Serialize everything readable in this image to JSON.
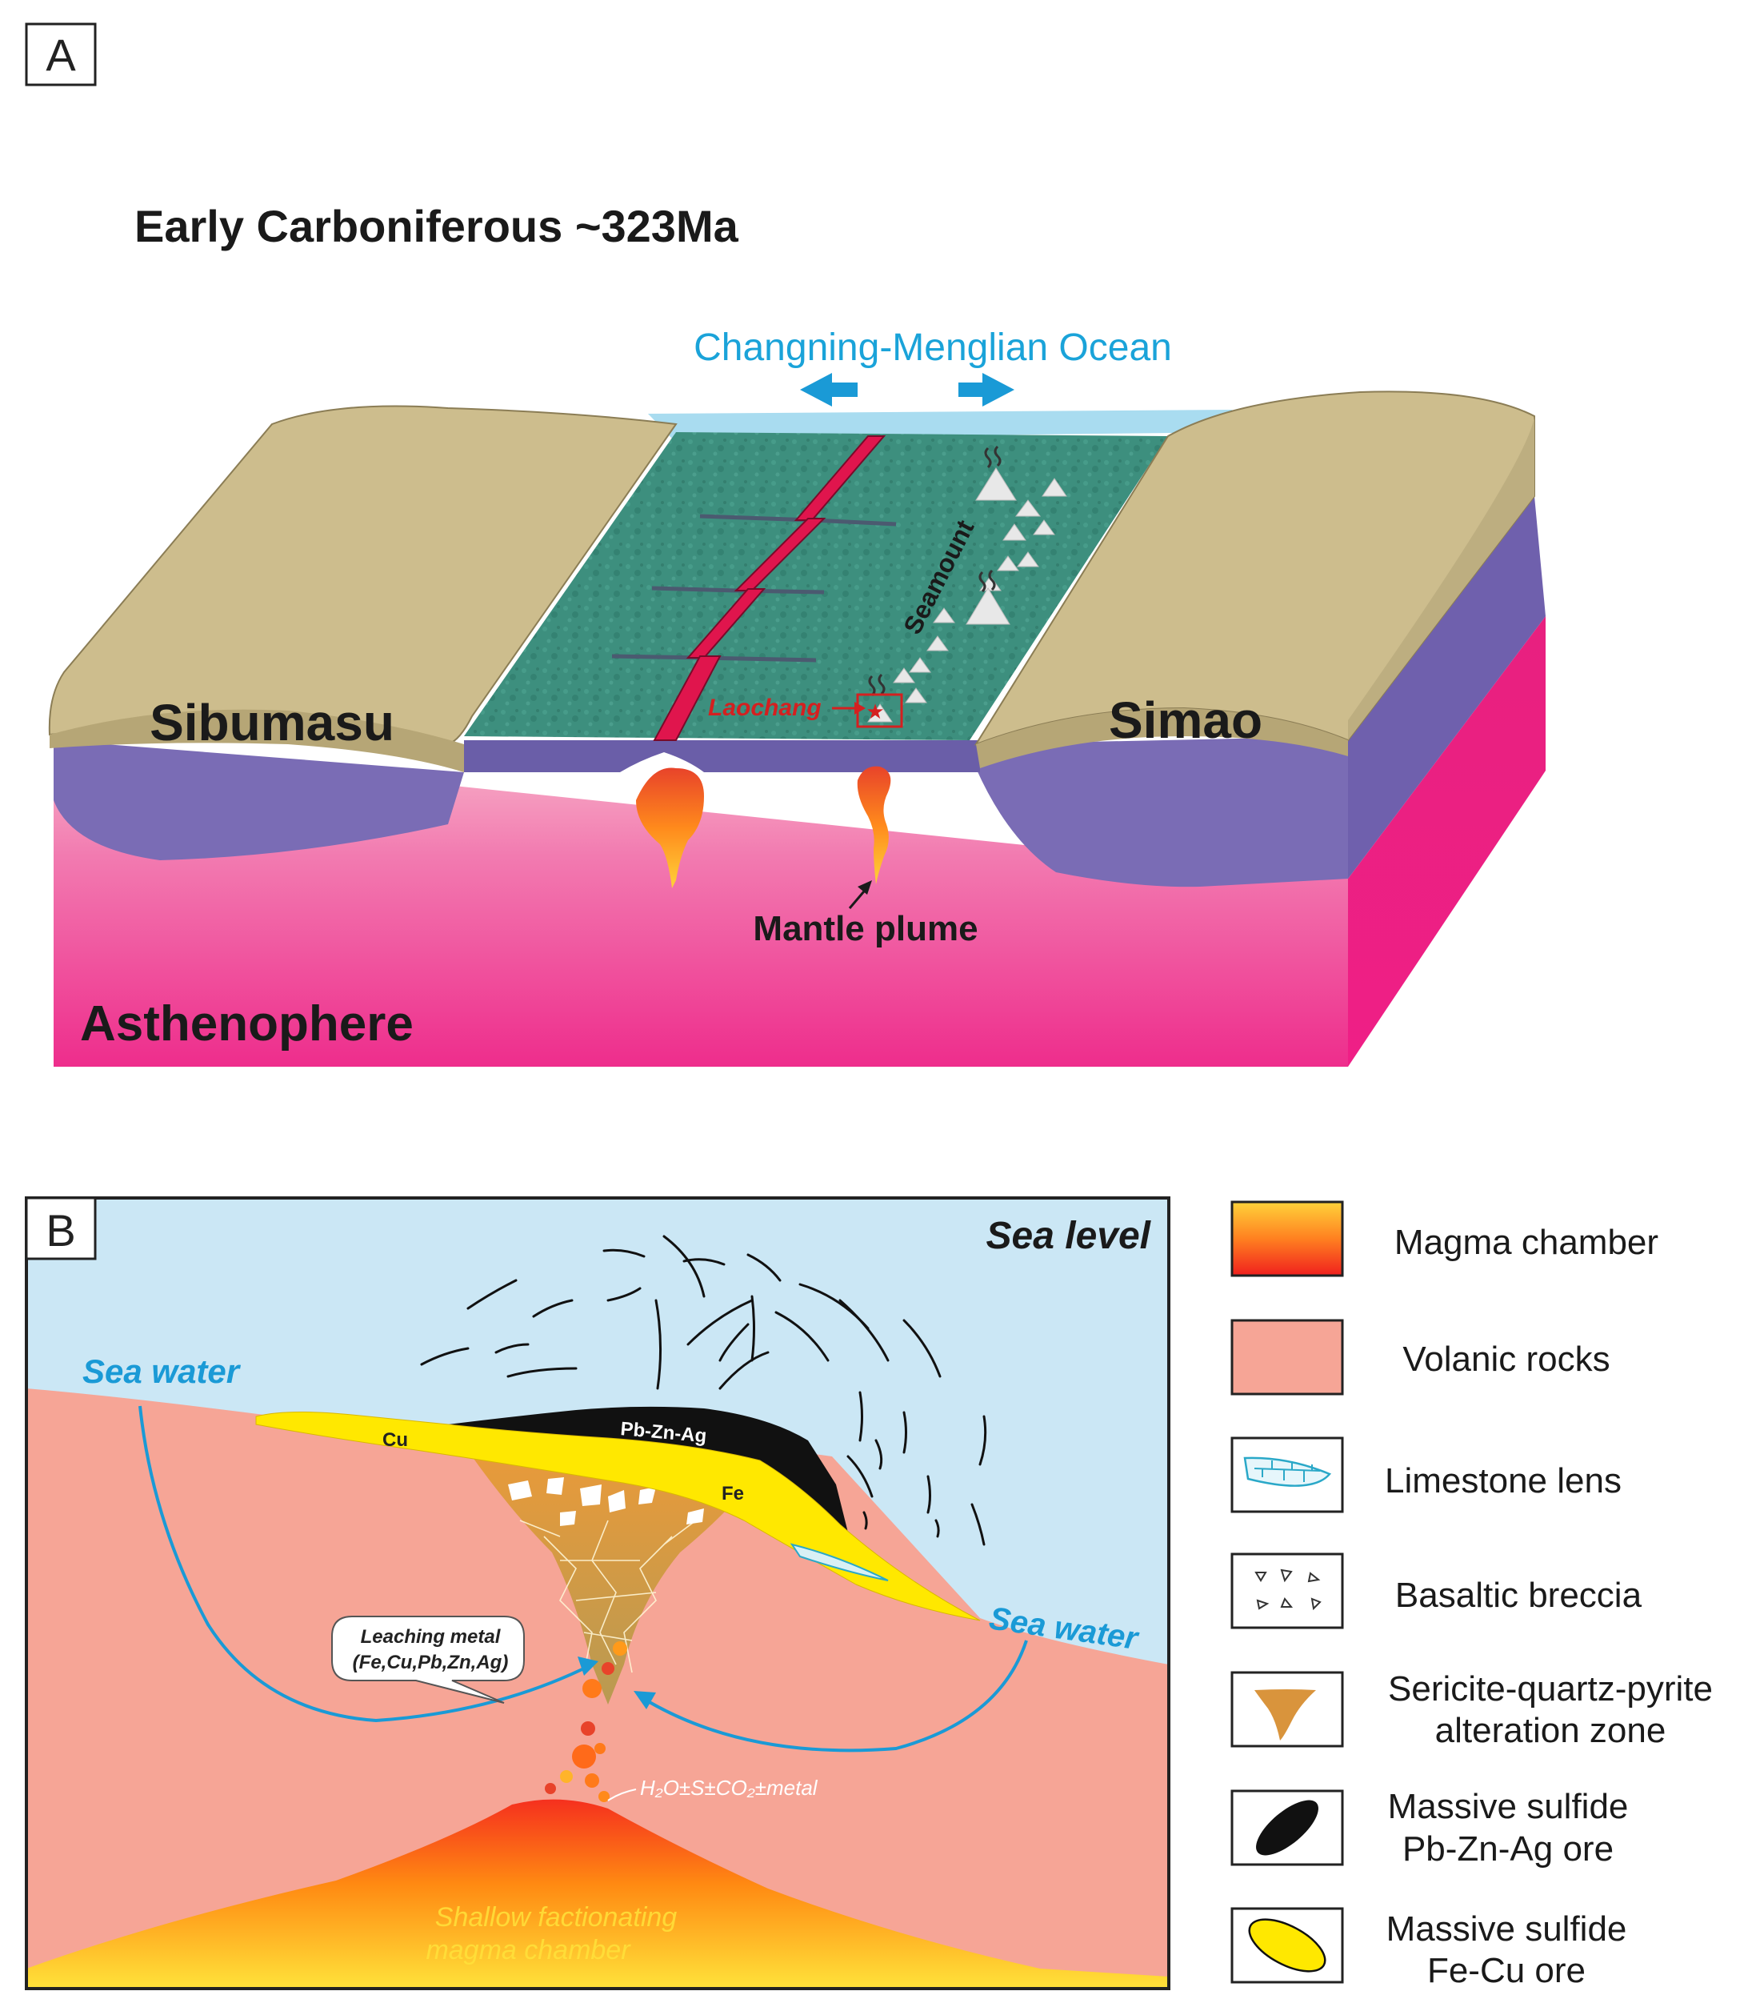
{
  "panel_a": {
    "letter": "A",
    "title": "Early Carboniferous ~323Ma",
    "ocean_label": "Changning-Menglian Ocean",
    "left_block": "Sibumasu",
    "right_block": "Simao",
    "seamount_label": "Seamount",
    "site_label": "Laochang",
    "plume_label": "Mantle plume",
    "base_label": "Asthenophere"
  },
  "panel_b": {
    "letter": "B",
    "sea_level": "Sea level",
    "sea_water_left": "Sea water",
    "sea_water_right": "Sea water",
    "ore_cu": "Cu",
    "ore_pbznag": "Pb-Zn-Ag",
    "ore_fe": "Fe",
    "callout_line1": "Leaching metal",
    "callout_line2": "(Fe,Cu,Pb,Zn,Ag)",
    "fluid_label": "H₂O±S±CO₂±metal",
    "chamber_line1": "Shallow factionating",
    "chamber_line2": "magma chamber"
  },
  "legend": [
    {
      "id": "magma",
      "lines": [
        "Magma chamber"
      ]
    },
    {
      "id": "volcanic",
      "lines": [
        "Volanic rocks"
      ]
    },
    {
      "id": "limestone",
      "lines": [
        "Limestone lens"
      ]
    },
    {
      "id": "breccia",
      "lines": [
        "Basaltic breccia"
      ]
    },
    {
      "id": "sericite",
      "lines": [
        "Sericite-quartz-pyrite",
        "alteration zone"
      ]
    },
    {
      "id": "pbznag",
      "lines": [
        "Massive sulfide",
        "Pb-Zn-Ag ore"
      ]
    },
    {
      "id": "fecu",
      "lines": [
        "Massive sulfide",
        "Fe-Cu ore"
      ]
    }
  ],
  "colors": {
    "ocean_text": "#1aa3d9",
    "arrow_blue": "#1a9ad6",
    "continent_tan": "#c8b88a",
    "crust_purple": "#7a6cb2",
    "asthenosphere_pink": "#f0388f",
    "oceanic_green": "#3a8d7c",
    "ridge_red": "#e0154d",
    "site_red": "#d42020",
    "sea_blue": "#cbe7f5",
    "volcanic_salmon": "#f6a596",
    "ore_yellow": "#ffe800",
    "ore_black": "#111111",
    "magma_orange": "#ff8a00"
  }
}
